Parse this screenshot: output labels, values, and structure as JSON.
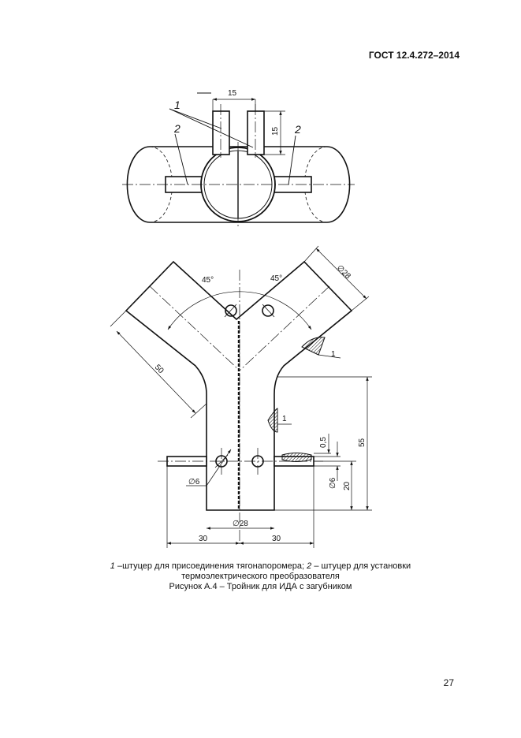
{
  "header": {
    "standard": "ГОСТ 12.4.272–2014"
  },
  "top_view": {
    "callout_1": "1",
    "callout_2_left": "2",
    "callout_2_right": "2",
    "dim_width": "15",
    "dim_height": "15"
  },
  "front_view": {
    "angle_left": "45°",
    "angle_right": "45°",
    "dia_arm": "∅28",
    "len_arm": "50",
    "weld_label_top": "1",
    "weld_label_mid": "1",
    "dim_gap": "0,5",
    "dim_total_height": "55",
    "dia_side_right": "∅6",
    "dim_side_height": "20",
    "dia_side_left": "∅6",
    "dia_body": "∅28",
    "dim_left": "30",
    "dim_right": "30"
  },
  "caption": {
    "item1_num": "1",
    "item1_text": " –штуцер для присоединения тягонапоромера; ",
    "item2_num": "2",
    "item2_text": " – штуцер для установки",
    "line2": "термоэлектрического преобразователя",
    "figure_title": "Рисунок А.4 – Тройник для ИДА с загубником"
  },
  "page_number": "27"
}
